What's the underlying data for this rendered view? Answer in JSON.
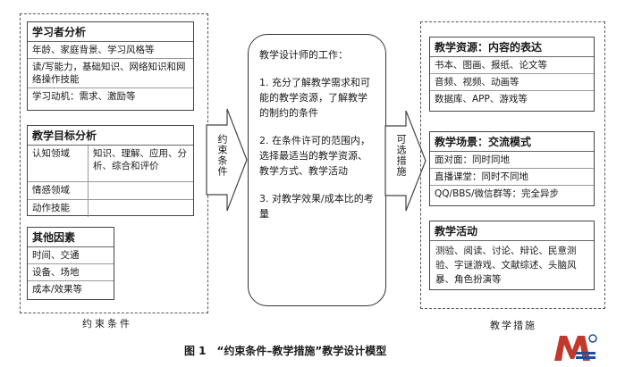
{
  "left_group": {
    "caption": "约束条件",
    "learner": {
      "title": "学习者分析",
      "items": [
        "年龄、家庭背景、学习风格等",
        "读/写能力，基础知识、网络知识和网络操作技能",
        "学习动机：需求、激励等"
      ]
    },
    "goals": {
      "title": "教学目标分析",
      "rows": [
        {
          "domain": "认知领域",
          "detail": "知识、理解、应用、分析、综合和评价"
        },
        {
          "domain": "情感领域",
          "detail": ""
        },
        {
          "domain": "动作技能",
          "detail": ""
        }
      ]
    },
    "other": {
      "title": "其他因素",
      "items": [
        "时间、交通",
        "设备、场地",
        "成本/效果等"
      ]
    }
  },
  "left_arrow_label": "约束条件",
  "center": {
    "title": "教学设计师的工作：",
    "points": [
      "1. 充分了解教学需求和可能的教学资源，了解教学的制约的条件",
      "2. 在条件许可的范围内，选择最适当的教学资源、教学方式、教学活动",
      "3. 对教学效果/成本比的考量"
    ]
  },
  "right_arrow_label": "可选措施",
  "right_group": {
    "caption": "教学措施",
    "resources": {
      "title": "教学资源：内容的表达",
      "items": [
        "书本、图画、报纸、论文等",
        "音频、视频、动画等",
        "数据库、APP、游戏等"
      ]
    },
    "scenes": {
      "title": "教学场景：交流模式",
      "items": [
        "面对面：同时同地",
        "直播课堂：同时不同地",
        "QQ/BBS/微信群等：完全异步"
      ]
    },
    "activities": {
      "title": "教学活动",
      "text": "测验、阅读、讨论、辩论、民意测验、字谜游戏、文献综述、头脑风暴、角色扮演等"
    }
  },
  "figure_caption": "图 1　“约束条件–教学措施”教学设计模型",
  "colors": {
    "logo_red": "#c0392b",
    "logo_blue": "#1f4e9c"
  }
}
